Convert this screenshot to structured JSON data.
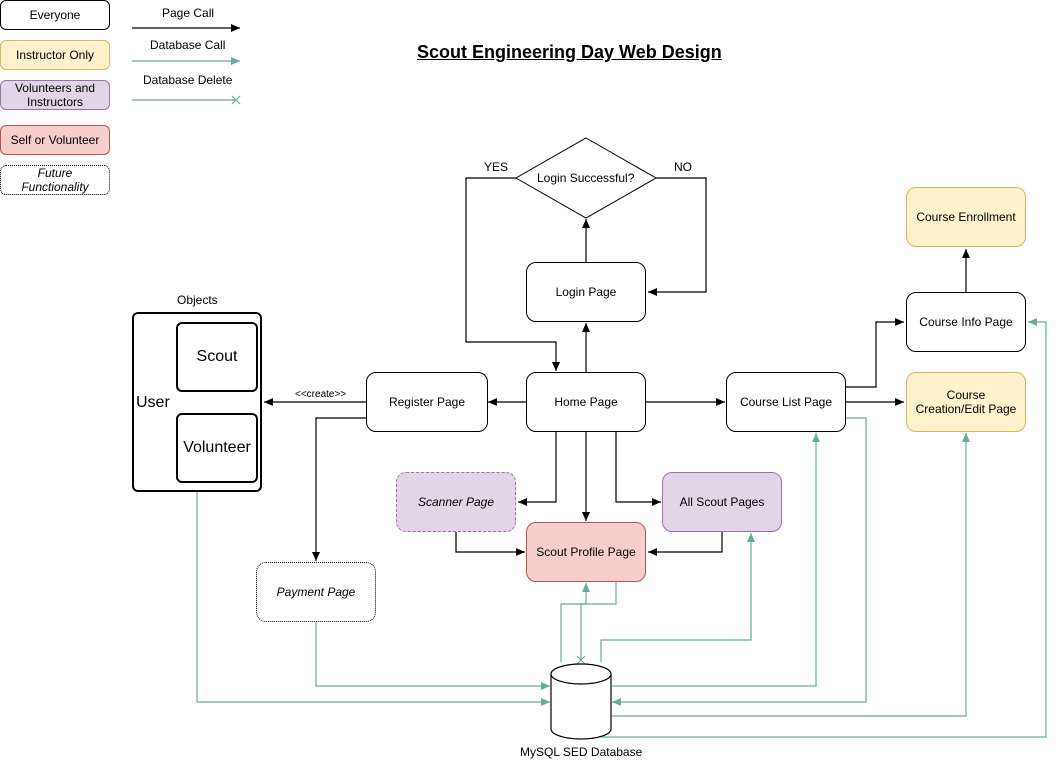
{
  "title": "Scout Engineering Day Web Design",
  "legend": {
    "everyone": "Everyone",
    "instructor_only": "Instructor Only",
    "volunteers_instructors": "Volunteers and Instructors",
    "self_or_volunteer": "Self or Volunteer",
    "future": "Future Functionality",
    "page_call": "Page Call",
    "database_call": "Database Call",
    "database_delete": "Database Delete"
  },
  "nodes": {
    "login_successful": "Login Successful?",
    "yes": "YES",
    "no": "NO",
    "login_page": "Login Page",
    "home_page": "Home Page",
    "register_page": "Register Page",
    "course_list_page": "Course List Page",
    "course_info_page": "Course Info Page",
    "course_enrollment": "Course Enrollment",
    "course_creation_edit": "Course Creation/Edit Page",
    "scanner_page": "Scanner Page",
    "all_scout_pages": "All Scout Pages",
    "scout_profile_page": "Scout Profile Page",
    "payment_page": "Payment Page",
    "database": "MySQL SED Database"
  },
  "objects": {
    "label": "Objects",
    "user": "User",
    "scout": "Scout",
    "volunteer": "Volunteer",
    "create_label": "<<create>>"
  },
  "colors": {
    "page_call": "#000000",
    "database_call": "#67ab9f",
    "instructor_fill": "#fff2cc",
    "volunteer_fill": "#e1d5e7",
    "self_fill": "#f8cecc"
  }
}
